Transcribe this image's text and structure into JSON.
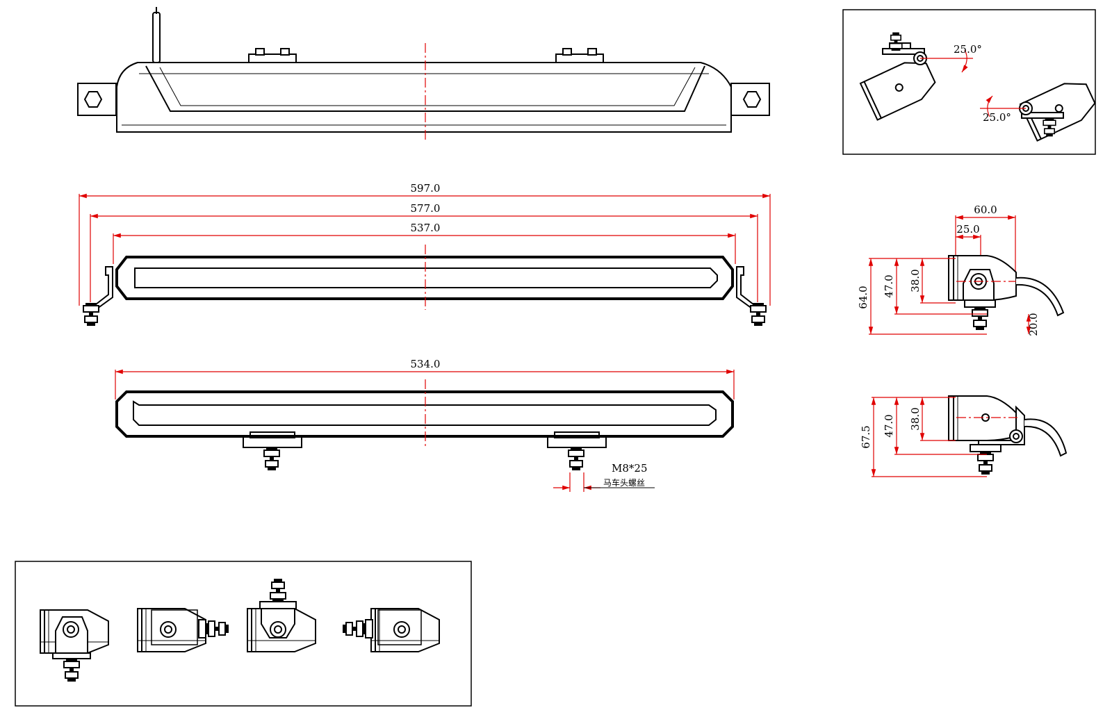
{
  "dimensions": {
    "overall_length": "597.0",
    "mount_spacing_outer": "577.0",
    "bracket_span": "537.0",
    "lens_length": "534.0",
    "side_depth": "60.0",
    "side_offset": "25.0",
    "side_height_total": "64.0",
    "side_height_body": "47.0",
    "side_height_lens": "38.0",
    "side_bolt": "20.0",
    "alt_height_total": "67.5",
    "alt_height_body": "47.0",
    "alt_height_lens": "38.0"
  },
  "angles": {
    "tilt_up": "25.0°",
    "tilt_down": "25.0°"
  },
  "bolt": {
    "spec": "M8*25",
    "name": "马车头螺丝"
  },
  "colors": {
    "dimension": "#e00000",
    "outline": "#000000"
  }
}
